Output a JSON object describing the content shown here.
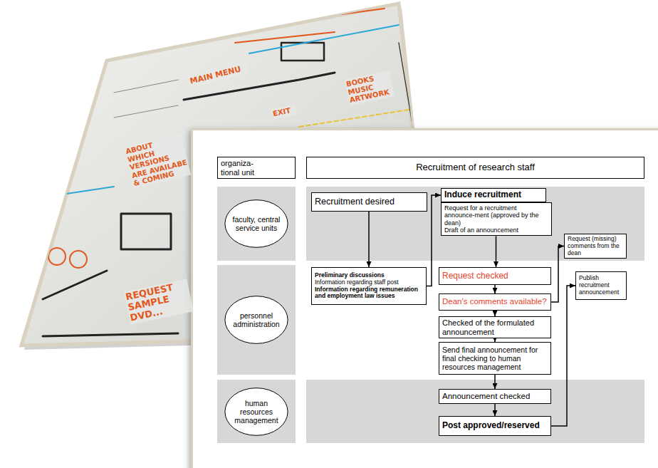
{
  "diagram": {
    "nodes": [
      {
        "text": [
          "organiza-tional unit"
        ]
      },
      {
        "text": [
          "Recruitment of research staff"
        ]
      },
      {
        "text": [
          "faculty, central service units"
        ]
      },
      {
        "text": [
          "personnel administration"
        ]
      },
      {
        "text": [
          "human resources management"
        ]
      },
      {
        "text": [
          "Recruitment desired"
        ]
      },
      {
        "text": [
          "Induce recruitment"
        ]
      },
      {
        "text": [
          "Request for a recruitment announce-ment (approved by the dean)",
          "Draft of an announcement"
        ]
      },
      {
        "text": [
          "Request (missing) comments from the dean"
        ]
      },
      {
        "text": [
          "Preliminary discussions",
          "Information regarding staff post",
          "Information regarding remuneration and employment law issues"
        ]
      },
      {
        "text": [
          "Request checked"
        ]
      },
      {
        "text": [
          "Dean's comments available?"
        ]
      },
      {
        "text": [
          "Checked of the formulated announcement"
        ]
      },
      {
        "text": [
          "Send final announcement for final checking to human resources management"
        ]
      },
      {
        "text": [
          "Publish recruitment announcement"
        ]
      },
      {
        "text": [
          "Announcement checked"
        ]
      },
      {
        "text": [
          "Post approved/reserved"
        ]
      }
    ],
    "edges": [
      {
        "from": 5,
        "to": 9,
        "arrow": "to"
      },
      {
        "from": 9,
        "to": 6,
        "arrow": "to"
      },
      {
        "from": 7,
        "to": 10,
        "arrow": "to"
      },
      {
        "from": 10,
        "to": 11,
        "arrow": "to"
      },
      {
        "from": 11,
        "to": 8,
        "arrow": "to"
      },
      {
        "from": 11,
        "to": 12,
        "arrow": "to"
      },
      {
        "from": 12,
        "to": 13,
        "arrow": "to"
      },
      {
        "from": 13,
        "to": 15,
        "arrow": "to"
      },
      {
        "from": 15,
        "to": 16,
        "arrow": "to"
      },
      {
        "from": 16,
        "to": 14,
        "arrow": "to"
      }
    ],
    "labels": [
      "MAIN MENU",
      "EXIT",
      "BOOKS MUSIC ARTWORK",
      "ABOUT WHICH VERSIONS ARE AVAILABE & COMING",
      "REQUEST SAMPLE DVD..."
    ]
  }
}
